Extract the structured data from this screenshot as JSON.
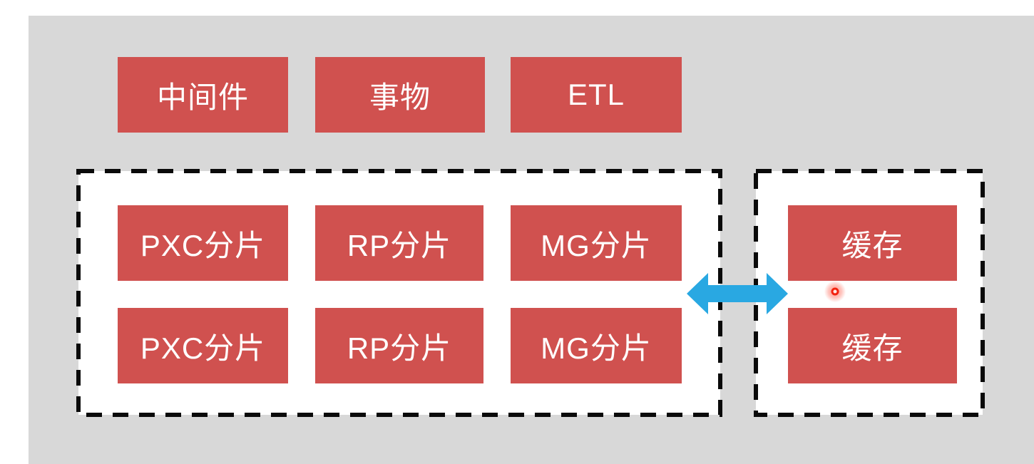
{
  "diagram": {
    "top_row": [
      {
        "label": "中间件"
      },
      {
        "label": "事物"
      },
      {
        "label": "ETL"
      }
    ],
    "shard_cluster": {
      "rows": [
        [
          {
            "label": "PXC分片"
          },
          {
            "label": "RP分片"
          },
          {
            "label": "MG分片"
          }
        ],
        [
          {
            "label": "PXC分片"
          },
          {
            "label": "RP分片"
          },
          {
            "label": "MG分片"
          }
        ]
      ]
    },
    "cache_cluster": {
      "rows": [
        {
          "label": "缓存"
        },
        {
          "label": "缓存"
        }
      ]
    },
    "icons": {
      "arrow": "double-headed-arrow-icon",
      "pointer": "click-indicator-dot"
    },
    "colors": {
      "box_red": "#d0514f",
      "arrow_blue": "#29a8e2",
      "panel_gray": "#d8d8d8",
      "dashed_border": "#0a0a0a",
      "container_fill": "#ffffff",
      "text_white": "#ffffff",
      "dot_red": "#f3220f"
    }
  }
}
